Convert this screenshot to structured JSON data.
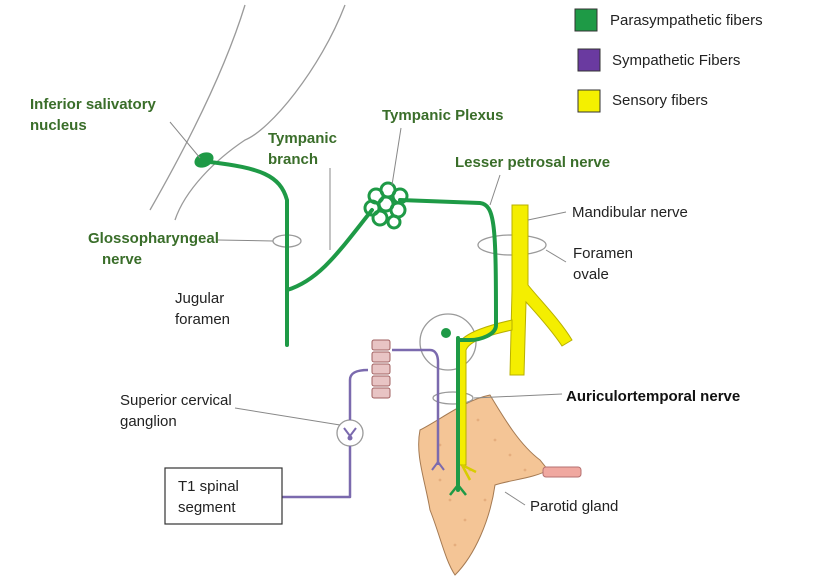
{
  "legend": [
    {
      "label": "Parasympathetic fibers",
      "color": "#1e9a46"
    },
    {
      "label": "Sympathetic Fibers",
      "color": "#6a3aa0"
    },
    {
      "label": "Sensory  fibers",
      "color": "#f4f000"
    }
  ],
  "labels": {
    "inferior_salivatory": [
      "Inferior salivatory",
      "nucleus"
    ],
    "tympanic_branch": [
      "Tympanic",
      "branch"
    ],
    "tympanic_plexus": "Tympanic Plexus",
    "lesser_petrosal": "Lesser petrosal nerve",
    "glossopharyngeal": [
      "Glossopharyngeal",
      "nerve"
    ],
    "jugular_foramen": [
      "Jugular",
      "foramen"
    ],
    "mandibular_nerve": "Mandibular nerve",
    "foramen_ovale": [
      "Foramen",
      "ovale"
    ],
    "superior_cervical": [
      "Superior cervical",
      "ganglion"
    ],
    "auriculotemporal": "Auriculortemporal nerve",
    "t1_spinal": [
      "T1  spinal",
      "segment"
    ],
    "parotid_gland": "Parotid gland"
  },
  "colors": {
    "parasympathetic": "#1e9a46",
    "sympathetic": "#7b6aae",
    "sensory": "#f4ee00",
    "parotid": "#f4c596",
    "label_green": "#3a6e2a"
  }
}
